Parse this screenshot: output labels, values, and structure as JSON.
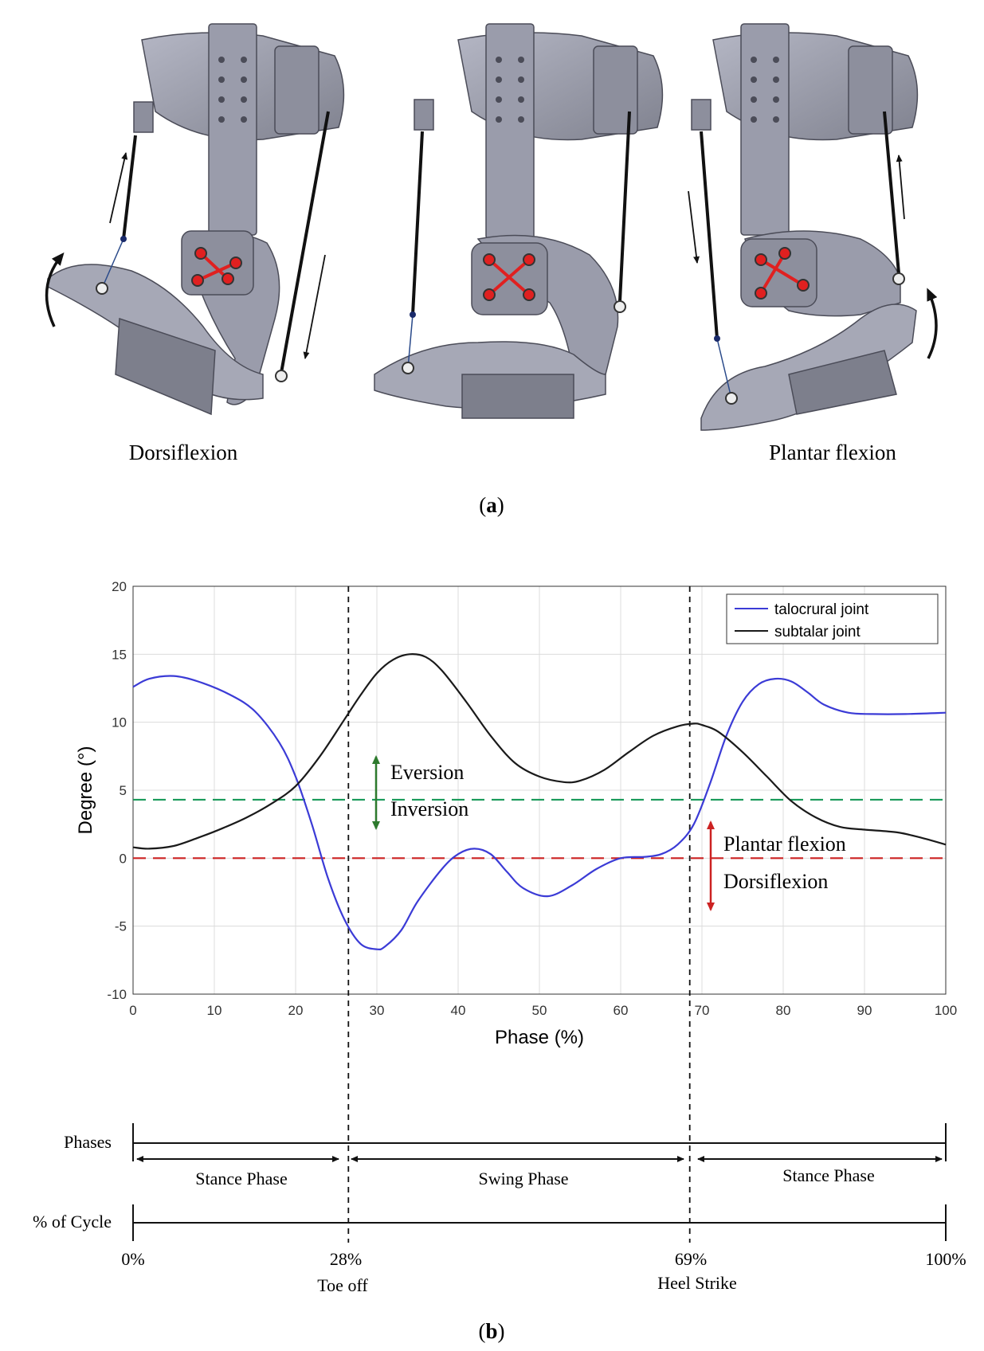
{
  "panel_a": {
    "left_label": "Dorsiflexion",
    "right_label": "Plantar flexion",
    "caption_open": "(",
    "caption_letter": "a",
    "caption_close": ")"
  },
  "panel_b": {
    "caption_open": "(",
    "caption_letter": "b",
    "caption_close": ")",
    "annotations": {
      "eversion": "Eversion",
      "inversion": "Inversion",
      "plantar_flexion": "Plantar flexion",
      "dorsiflexion": "Dorsiflexion"
    },
    "timeline": {
      "phases_label": "Phases",
      "cycle_label": "% of Cycle",
      "phase_names": [
        "Stance Phase",
        "Swing Phase",
        "Stance Phase"
      ],
      "percent_ticks": [
        "0%",
        "28%",
        "69%",
        "100%"
      ],
      "events": [
        "Toe off",
        "Heel Strike"
      ]
    }
  },
  "colors": {
    "talocrural": "#3b3bd6",
    "subtalar": "#1a1a1a",
    "eversion_line": "#1a9a5a",
    "plantar_line": "#cc2222",
    "eversion_arrow": "#2d7a2d",
    "plantar_arrow": "#cc2222",
    "device_fill": "#9a9cab",
    "device_dark": "#6c6e7c",
    "joint_red": "#e02020"
  },
  "chart_data": {
    "type": "line",
    "xlabel": "Phase (%)",
    "ylabel": "Degree (°)",
    "xlim": [
      0,
      100
    ],
    "ylim": [
      -10,
      20
    ],
    "xticks": [
      0,
      10,
      20,
      30,
      40,
      50,
      60,
      70,
      80,
      90,
      100
    ],
    "yticks": [
      -10,
      -5,
      0,
      5,
      10,
      15,
      20
    ],
    "grid": true,
    "legend_position": "top-right",
    "series": [
      {
        "name": "talocrural joint",
        "x": [
          0,
          2,
          5,
          8,
          12,
          15,
          18,
          20,
          22,
          24,
          26,
          28,
          30,
          31,
          33,
          35,
          38,
          40,
          42,
          44,
          46,
          48,
          51,
          54,
          57,
          60,
          63,
          65,
          67,
          69,
          71,
          73,
          75,
          77,
          79,
          81,
          83,
          85,
          88,
          91,
          95,
          100
        ],
        "y": [
          12.6,
          13.2,
          13.4,
          13.0,
          12.0,
          10.8,
          8.5,
          6.0,
          2.5,
          -1.5,
          -4.5,
          -6.3,
          -6.7,
          -6.5,
          -5.3,
          -3.2,
          -0.8,
          0.3,
          0.7,
          0.3,
          -1.0,
          -2.2,
          -2.8,
          -2.0,
          -0.8,
          0.0,
          0.1,
          0.3,
          1.0,
          2.5,
          5.5,
          9.0,
          11.5,
          12.8,
          13.2,
          13.0,
          12.2,
          11.3,
          10.7,
          10.6,
          10.6,
          10.7
        ]
      },
      {
        "name": "subtalar joint",
        "x": [
          0,
          2,
          5,
          8,
          11,
          14,
          17,
          20,
          23,
          26,
          28,
          30,
          32,
          34,
          36,
          38,
          41,
          44,
          47,
          50,
          53,
          55,
          58,
          61,
          64,
          67,
          69,
          70,
          72,
          75,
          78,
          81,
          84,
          87,
          90,
          94,
          97,
          100
        ],
        "y": [
          0.8,
          0.7,
          0.9,
          1.5,
          2.2,
          3.0,
          4.0,
          5.3,
          7.5,
          10.2,
          12.0,
          13.6,
          14.6,
          15.0,
          14.8,
          13.8,
          11.5,
          9.0,
          7.0,
          6.0,
          5.6,
          5.7,
          6.5,
          7.8,
          9.0,
          9.7,
          9.9,
          9.8,
          9.3,
          7.8,
          6.0,
          4.2,
          3.0,
          2.3,
          2.1,
          1.9,
          1.5,
          1.0
        ]
      }
    ],
    "reference_lines": [
      {
        "axis": "y",
        "value": 4.3
      },
      {
        "axis": "y",
        "value": 0
      },
      {
        "axis": "x",
        "value": 26.5
      },
      {
        "axis": "x",
        "value": 68.5
      }
    ]
  }
}
